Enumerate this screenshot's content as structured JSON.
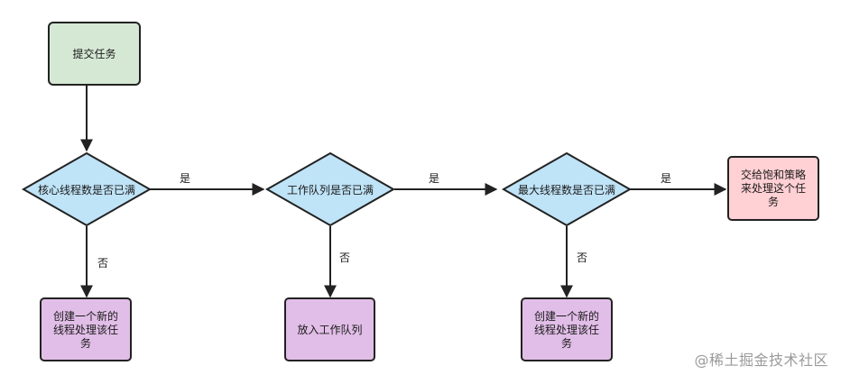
{
  "colors": {
    "start": "#d5e8d4",
    "decision": "#bfe3f7",
    "action": "#e1bee7",
    "end": "#ffd0d4",
    "stroke": "#222222",
    "watermark": "#9a9a9a"
  },
  "nodes": {
    "start": "提交任务",
    "decision_core": "核心线程数是否已满",
    "decision_queue": "工作队列是否已满",
    "decision_max": "最大线程数是否已满",
    "create_core_thread": [
      "创建一个新的",
      "线程处理该任",
      "务"
    ],
    "enqueue": "放入工作队列",
    "create_max_thread": [
      "创建一个新的",
      "线程处理该任",
      "务"
    ],
    "reject": [
      "交给饱和策略",
      "来处理这个任",
      "务"
    ]
  },
  "edges": {
    "yes_1": "是",
    "yes_2": "是",
    "yes_3": "是",
    "no_1": "否",
    "no_2": "否",
    "no_3": "否"
  },
  "watermark": "@稀土掘金技术社区"
}
